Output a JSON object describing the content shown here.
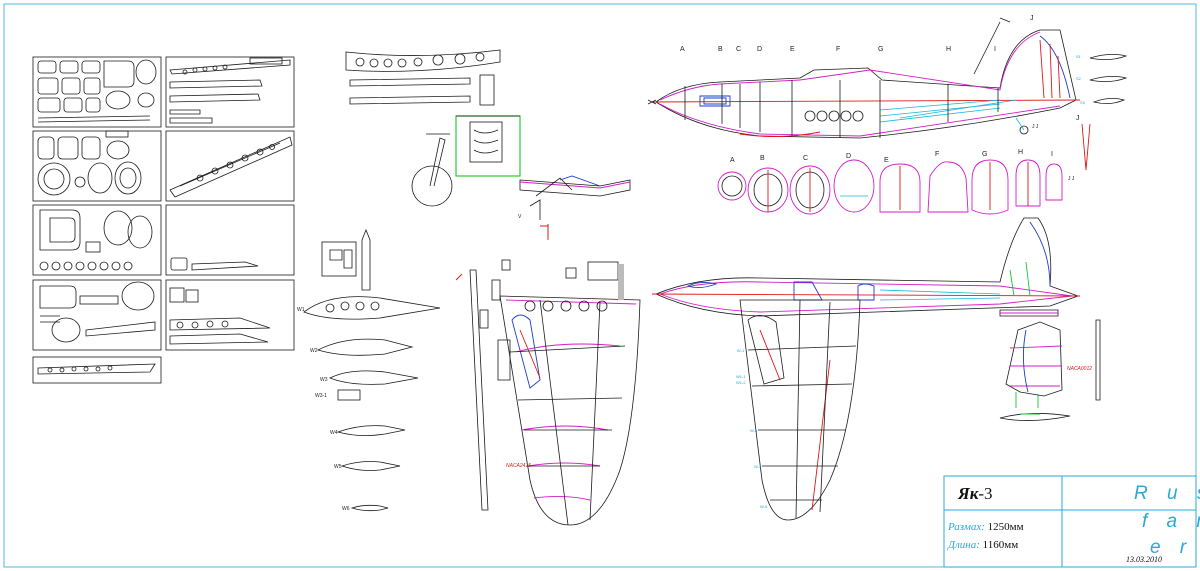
{
  "fuselage_station_labels_side": [
    "A",
    "B",
    "C",
    "D",
    "E",
    "F",
    "G",
    "H",
    "I",
    "J"
  ],
  "former_labels": [
    "A",
    "B",
    "C",
    "D",
    "E",
    "F",
    "G",
    "H",
    "I",
    "J J"
  ],
  "tail_label": "J",
  "tail_joint_label": "J J",
  "rib_labels": [
    "W1",
    "W2",
    "W3",
    "W3-1",
    "W4",
    "W5",
    "W6"
  ],
  "stab_rib_labels": [
    "S1",
    "S2",
    "S3"
  ],
  "wing_rib_labels_plan": [
    "W-1",
    "W1-1",
    "W1-2",
    "W-3",
    "W-4",
    "W-5",
    "W-6"
  ],
  "airfoil_wing": "NACA2415",
  "airfoil_tail": "NACA0012",
  "title_block": {
    "name_bold": "Як",
    "name_rest": "-3",
    "span_label": "Размах:",
    "span_value": "1250мм",
    "length_label": "Длина:",
    "length_value": "1160мм",
    "brand_lines": [
      "R u s",
      "f a n",
      "e r"
    ],
    "date": "13.03.2010"
  }
}
